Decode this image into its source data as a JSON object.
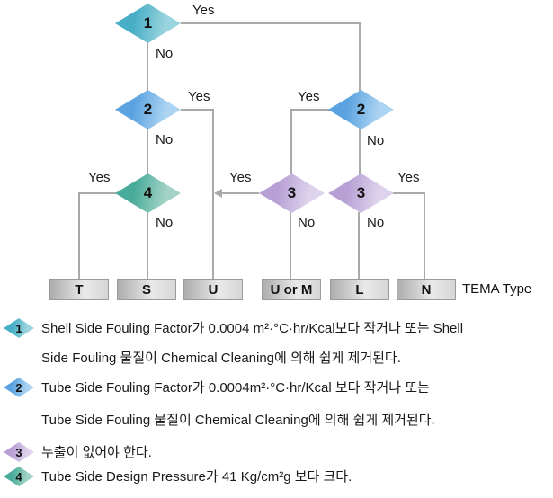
{
  "flowchart": {
    "yes": "Yes",
    "no": "No",
    "tema_label": "TEMA Type",
    "diamonds": {
      "d1": "1",
      "d2_left": "2",
      "d2_right": "2",
      "d3_left": "3",
      "d3_right": "3",
      "d4": "4"
    },
    "boxes": [
      {
        "label": "T"
      },
      {
        "label": "S"
      },
      {
        "label": "U"
      },
      {
        "label": "U or M"
      },
      {
        "label": "L"
      },
      {
        "label": "N"
      }
    ]
  },
  "legend": {
    "items": [
      {
        "num": "1",
        "color": "teal",
        "line1": "Shell Side Fouling Factor가 0.0004 m²·°C·hr/Kcal보다 작거나 또는 Shell",
        "line2": "Side Fouling 물질이 Chemical Cleaning에 의해 쉽게 제거된다."
      },
      {
        "num": "2",
        "color": "blue",
        "line1": "Tube Side Fouling Factor가 0.0004m²·°C·hr/Kcal 보다 작거나 또는",
        "line2": "Tube Side Fouling 물질이 Chemical Cleaning에 의해 쉽게 제거된다."
      },
      {
        "num": "3",
        "color": "purple",
        "line1": "누출이 없어야 한다."
      },
      {
        "num": "4",
        "color": "green",
        "line1": "Tube Side Design Pressure가 41 Kg/cm²g 보다 크다."
      }
    ]
  },
  "colors": {
    "diamond_teal_dark": "#47aec6",
    "diamond_teal_light": "#9ad4de",
    "diamond_blue_dark": "#5ba3e0",
    "diamond_blue_light": "#abd3f2",
    "diamond_purple_dark": "#b7a0d4",
    "diamond_purple_light": "#ded3ec",
    "diamond_green_dark": "#49ab99",
    "diamond_green_light": "#a2d3c6",
    "connector_gray": "#a9a9a9",
    "box_border": "#9b9b9b",
    "text_black": "#1a1a1a"
  }
}
